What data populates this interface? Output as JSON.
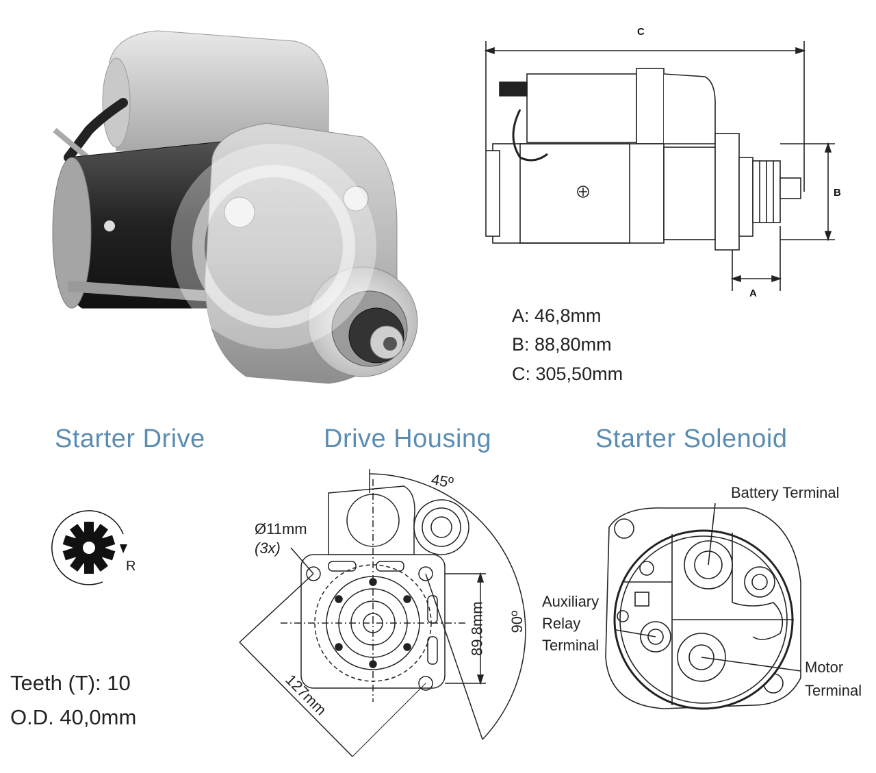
{
  "side_view": {
    "label_c": "C",
    "label_b": "B",
    "label_a": "A"
  },
  "dimensions": {
    "a": "A: 46,8mm",
    "b": "B: 88,80mm",
    "c": "C: 305,50mm"
  },
  "sections": {
    "starter_drive": "Starter Drive",
    "drive_housing": "Drive Housing",
    "starter_solenoid": "Starter Solenoid"
  },
  "starter_drive": {
    "rotation_label": "R",
    "teeth": "Teeth (T):  10",
    "od": "O.D. 40,0mm"
  },
  "drive_housing": {
    "hole_dia": "Ø11mm",
    "hole_count": "(3x)",
    "angle_45": "45º",
    "angle_90": "90º",
    "dim_898": "89.8mm",
    "dim_127": "127mm"
  },
  "solenoid": {
    "battery_terminal": "Battery Terminal",
    "auxiliary_line1": "Auxiliary",
    "auxiliary_line2": "Relay",
    "auxiliary_line3": "Terminal",
    "motor_line1": "Motor",
    "motor_line2": "Terminal"
  },
  "colors": {
    "section_title": "#5a8db3"
  }
}
